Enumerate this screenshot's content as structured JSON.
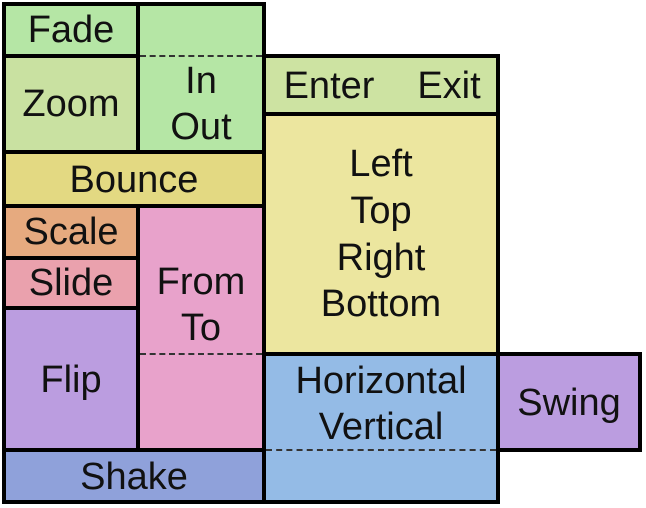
{
  "colors": {
    "fade": "#b5e6a5",
    "inout": "#b5e6a5",
    "zoom": "#c9e1a1",
    "enter_exit": "#cde3a2",
    "bounce": "#e3d982",
    "direction": "#ece69f",
    "scale": "#e6aa7f",
    "slide": "#eaa1ad",
    "fromto": "#e8a2cb",
    "flip": "#bb9de0",
    "horizontal": "#94bbe6",
    "swing": "#bb9de0",
    "shake": "#8fa1da",
    "border": "#000000"
  },
  "labels": {
    "fade": "Fade",
    "zoom": "Zoom",
    "in": "In",
    "out": "Out",
    "enter": "Enter",
    "exit": "Exit",
    "bounce": "Bounce",
    "left": "Left",
    "top": "Top",
    "right": "Right",
    "bottom": "Bottom",
    "scale": "Scale",
    "slide": "Slide",
    "from": "From",
    "to": "To",
    "flip": "Flip",
    "horizontal": "Horizontal",
    "vertical": "Vertical",
    "swing": "Swing",
    "shake": "Shake"
  }
}
